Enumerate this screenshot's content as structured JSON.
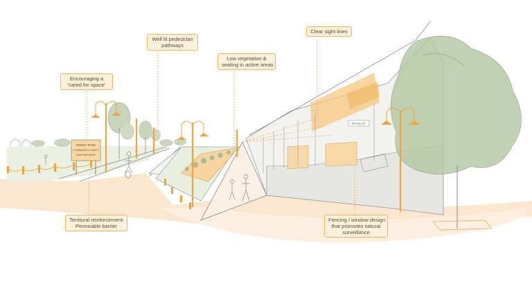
{
  "callouts": {
    "caredfor": [
      "Encouraging a",
      "'cared for space'"
    ],
    "lit": [
      "Well lit pedestrian",
      "pathways"
    ],
    "lowveg": [
      "Low vegetation &",
      "seating in active areas"
    ],
    "sight": [
      "Clear sight lines"
    ],
    "territorial": [
      "Territoral reinforcement:",
      "Permeable barrier"
    ],
    "fencing": [
      "Fencing / window design",
      "that promotes natural",
      "surveillance"
    ]
  },
  "signs": {
    "park": [
      "NORST PARK",
      "COMMUNITY UNITY",
      "PARTNERSHIP"
    ],
    "street": "ROAD ST"
  },
  "colors": {
    "accent": "#f0a53a",
    "accent_light": "#f7c880",
    "ground": "#fbe6cf",
    "foliage": "#b8c9a6",
    "building": "#e6e7e2",
    "line": "#8a8a8a",
    "callout_fill": "#fdf1dc"
  }
}
